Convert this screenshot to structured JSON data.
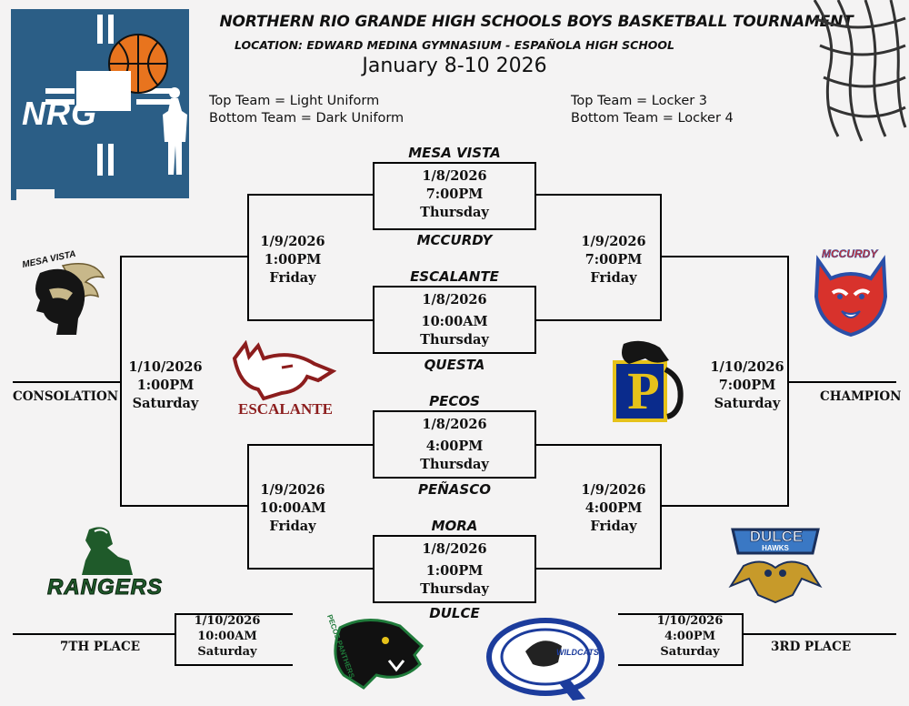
{
  "header": {
    "title": "NORTHERN RIO GRANDE HIGH SCHOOLS BOYS BASKETBALL TOURNAMENT",
    "location": "LOCATION: EDWARD MEDINA GYMNASIUM - ESPAÑOLA HIGH SCHOOL",
    "dates": "January 8-10 2026",
    "logo_text": "NRG"
  },
  "info": {
    "uniform_top": "Top Team = Light Uniform",
    "uniform_bottom": "Bottom Team = Dark Uniform",
    "locker_top": "Top Team = Locker 3",
    "locker_bottom": "Bottom Team = Locker 4"
  },
  "teams": {
    "t1": "MESA VISTA",
    "t2": "MCCURDY",
    "t3": "ESCALANTE",
    "t4": "QUESTA",
    "t5": "PECOS",
    "t6": "PEÑASCO",
    "t7": "MORA",
    "t8": "DULCE"
  },
  "games": {
    "g1": {
      "date": "1/8/2026",
      "time": "7:00PM",
      "day": "Thursday"
    },
    "g2": {
      "date": "1/8/2026",
      "time": "10:00AM",
      "day": "Thursday"
    },
    "g3": {
      "date": "1/8/2026",
      "time": "4:00PM",
      "day": "Thursday"
    },
    "g4": {
      "date": "1/8/2026",
      "time": "1:00PM",
      "day": "Thursday"
    },
    "semi_cons_top": {
      "date": "1/9/2026",
      "time": "1:00PM",
      "day": "Friday"
    },
    "semi_cons_bottom": {
      "date": "1/9/2026",
      "time": "10:00AM",
      "day": "Friday"
    },
    "semi_champ_top": {
      "date": "1/9/2026",
      "time": "7:00PM",
      "day": "Friday"
    },
    "semi_champ_bottom": {
      "date": "1/9/2026",
      "time": "4:00PM",
      "day": "Friday"
    },
    "consolation_final": {
      "date": "1/10/2026",
      "time": "1:00PM",
      "day": "Saturday"
    },
    "championship_final": {
      "date": "1/10/2026",
      "time": "7:00PM",
      "day": "Saturday"
    },
    "seventh": {
      "date": "1/10/2026",
      "time": "10:00AM",
      "day": "Saturday"
    },
    "third": {
      "date": "1/10/2026",
      "time": "4:00PM",
      "day": "Saturday"
    }
  },
  "places": {
    "consolation": "CONSOLATION",
    "champion": "CHAMPION",
    "seventh": "7TH PLACE",
    "third": "3RD PLACE"
  },
  "logos": {
    "mesa_vista": "MESA VISTA",
    "mccurdy": "MCCURDY",
    "escalante": "ESCALANTE",
    "pecos_letter": "P",
    "rangers": "RANGERS",
    "dulce_top": "DULCE",
    "dulce_bottom": "HAWKS",
    "panthers": "PECOS PANTHERS",
    "wildcats": "WILDCATS"
  }
}
